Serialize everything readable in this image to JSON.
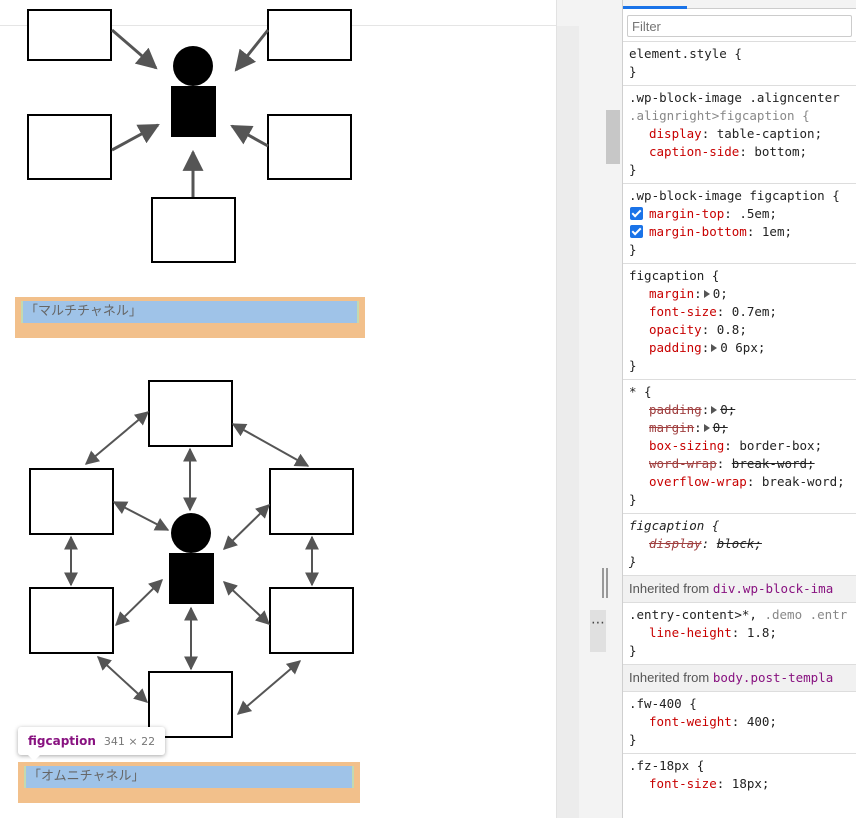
{
  "page": {
    "caption_multichannel": "「マルチチャネル」",
    "caption_omnichannel": "「オムニチャネル」"
  },
  "tooltip": {
    "tag": "figcaption",
    "size": "341 × 22"
  },
  "devtools": {
    "filter_placeholder": "Filter",
    "dots": "⋯",
    "rules": [
      {
        "selector": "element.style {",
        "decls": [],
        "close": "}"
      },
      {
        "selector": ".wp-block-image .aligncenter",
        "selector2": ".alignright>figcaption {",
        "decls": [
          {
            "prop": "display",
            "val": "table-caption;"
          },
          {
            "prop": "caption-side",
            "val": "bottom;"
          }
        ],
        "close": "}"
      },
      {
        "selector": ".wp-block-image figcaption {",
        "decls": [
          {
            "prop": "margin-top",
            "val": ".5em;",
            "checked": true
          },
          {
            "prop": "margin-bottom",
            "val": "1em;",
            "checked": true
          }
        ],
        "close": "}"
      },
      {
        "selector": "figcaption {",
        "decls": [
          {
            "prop": "margin",
            "val": "0;",
            "tri": true
          },
          {
            "prop": "font-size",
            "val": "0.7em;"
          },
          {
            "prop": "opacity",
            "val": "0.8;"
          },
          {
            "prop": "padding",
            "val": "0 6px;",
            "tri": true
          }
        ],
        "close": "}"
      },
      {
        "selector": "* {",
        "decls": [
          {
            "prop": "padding",
            "val": "0;",
            "tri": true,
            "strike": true
          },
          {
            "prop": "margin",
            "val": "0;",
            "tri": true,
            "strike": true
          },
          {
            "prop": "box-sizing",
            "val": "border-box;"
          },
          {
            "prop": "word-wrap",
            "val": "break-word;",
            "strike": true
          },
          {
            "prop": "overflow-wrap",
            "val": "break-word;"
          }
        ],
        "close": "}"
      },
      {
        "selector": "figcaption {",
        "italic": true,
        "decls": [
          {
            "prop": "display",
            "val": "block;",
            "strike": true
          }
        ],
        "close": "}"
      }
    ],
    "inherited_1": {
      "label": "Inherited from ",
      "link": "div.wp-block-ima"
    },
    "rule_entry": {
      "selector": ".entry-content>*,",
      "selector_dim": " .demo .entr",
      "decls": [
        {
          "prop": "line-height",
          "val": "1.8;"
        }
      ],
      "close": "}"
    },
    "inherited_2": {
      "label": "Inherited from ",
      "link": "body.post-templa"
    },
    "rule_fw": {
      "selector": ".fw-400 {",
      "decls": [
        {
          "prop": "font-weight",
          "val": "400;"
        }
      ],
      "close": "}"
    },
    "rule_fz": {
      "selector": ".fz-18px {",
      "decls": [
        {
          "prop": "font-size",
          "val": "18px;"
        }
      ]
    }
  }
}
